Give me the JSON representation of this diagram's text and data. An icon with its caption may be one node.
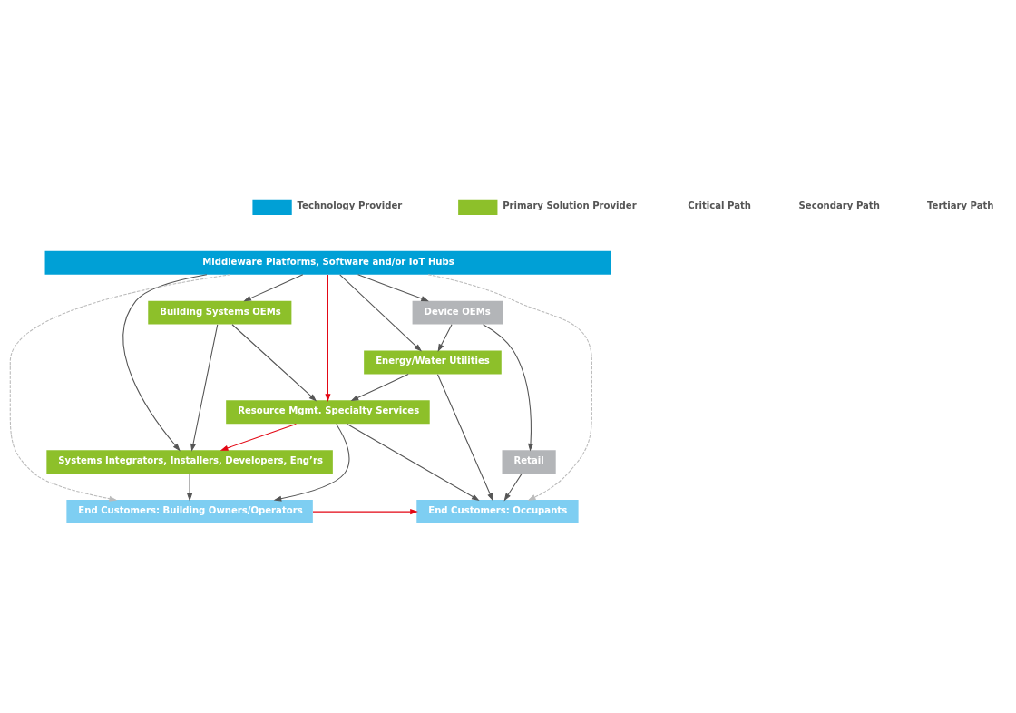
{
  "diagram": {
    "nodes": [
      {
        "text": [
          "Middleware Platforms, Software and/or IoT Hubs"
        ]
      },
      {
        "text": [
          "Building Systems OEMs"
        ]
      },
      {
        "text": [
          "Device OEMs"
        ]
      },
      {
        "text": [
          "Energy/Water Utilities"
        ]
      },
      {
        "text": [
          "Resource Mgmt. Specialty Services"
        ]
      },
      {
        "text": [
          "Systems Integrators, Installers, Developers, Eng’rs"
        ]
      },
      {
        "text": [
          "Retail"
        ]
      },
      {
        "text": [
          "End Customers: Building Owners/Operators"
        ]
      },
      {
        "text": [
          "End Customers: Occupants"
        ]
      }
    ],
    "edges": [
      {
        "from": 0,
        "to": 5,
        "arrow": "to"
      },
      {
        "from": 0,
        "to": 1,
        "arrow": "to"
      },
      {
        "from": 0,
        "to": 4,
        "arrow": "to",
        "color": "#e30613"
      },
      {
        "from": 0,
        "to": 3,
        "arrow": "to"
      },
      {
        "from": 0,
        "to": 2,
        "arrow": "to"
      },
      {
        "from": 0,
        "to": 7,
        "arrow": "to",
        "style": "dashed",
        "color": "#bbbbbb"
      },
      {
        "from": 0,
        "to": 8,
        "arrow": "to",
        "style": "dashed",
        "color": "#bbbbbb"
      },
      {
        "from": 1,
        "to": 5,
        "arrow": "to"
      },
      {
        "from": 1,
        "to": 4,
        "arrow": "to"
      },
      {
        "from": 2,
        "to": 3,
        "arrow": "to"
      },
      {
        "from": 2,
        "to": 6,
        "arrow": "to"
      },
      {
        "from": 3,
        "to": 4,
        "arrow": "to"
      },
      {
        "from": 3,
        "to": 8,
        "arrow": "to"
      },
      {
        "from": 4,
        "to": 5,
        "arrow": "to",
        "color": "#e30613"
      },
      {
        "from": 4,
        "to": 7,
        "arrow": "to"
      },
      {
        "from": 4,
        "to": 8,
        "arrow": "to"
      },
      {
        "from": 5,
        "to": 7,
        "arrow": "to"
      },
      {
        "from": 6,
        "to": 8,
        "arrow": "to"
      },
      {
        "from": 7,
        "to": 8,
        "arrow": "to",
        "color": "#e30613"
      }
    ],
    "legend": [
      {
        "text": "Technology Provider",
        "color": "#00a0d6"
      },
      {
        "text": "Primary Solution Provider",
        "color": "#8dc02a"
      },
      {
        "text": "Critical Path"
      },
      {
        "text": "Secondary Path"
      },
      {
        "text": "Tertiary Path"
      }
    ]
  }
}
